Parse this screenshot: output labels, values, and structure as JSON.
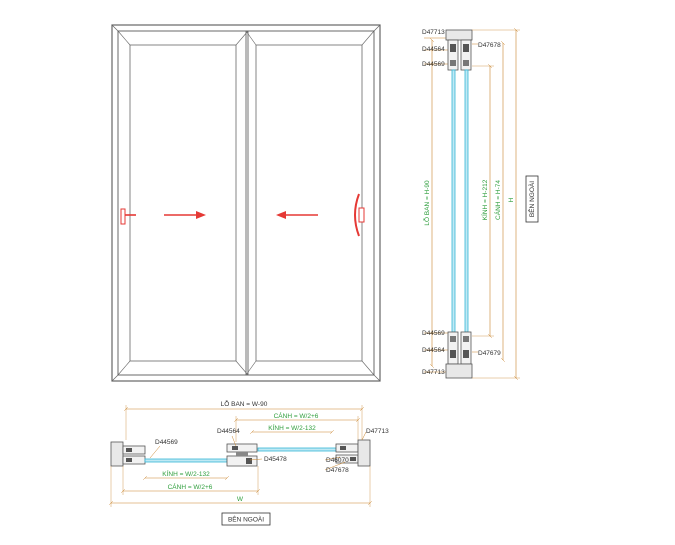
{
  "colors": {
    "frame": "#666666",
    "dimension": "#c9852d",
    "dimension_label": "#2e9e3c",
    "glass": "#36b6d6",
    "arrow": "#e53935",
    "handle": "#e53935",
    "text": "#333333"
  },
  "icons": {
    "left_arrow": "arrow-right-icon",
    "right_arrow": "arrow-left-icon",
    "left_handle": "latch-handle-icon",
    "right_handle": "pull-handle-icon"
  },
  "vertical_section": {
    "top_codes": [
      "D47713",
      "D44564",
      "D44569",
      "D47678"
    ],
    "bottom_codes": [
      "D44569",
      "D44564",
      "D47713",
      "D47679"
    ],
    "dims": {
      "opening": "LỖ BAN = H-90",
      "glass": "KÍNH = H-212",
      "sash": "CÁNH = H-74",
      "total": "H"
    },
    "side_label": "BÊN NGOÀI"
  },
  "horizontal_section": {
    "codes": {
      "left": "D44569",
      "center_top": "D44564",
      "center_bottom": "D45478",
      "right_top": "D47713",
      "right_mid": "D46070",
      "right_bottom": "D47678"
    },
    "dims": {
      "opening": "LỖ BAN = W-90",
      "sash_top": "CÁNH = W/2+6",
      "glass_top": "KÍNH = W/2-132",
      "glass_bottom": "KÍNH = W/2-132",
      "sash_bottom": "CÁNH = W/2+6",
      "total": "W"
    },
    "side_label": "BÊN NGOÀI"
  }
}
